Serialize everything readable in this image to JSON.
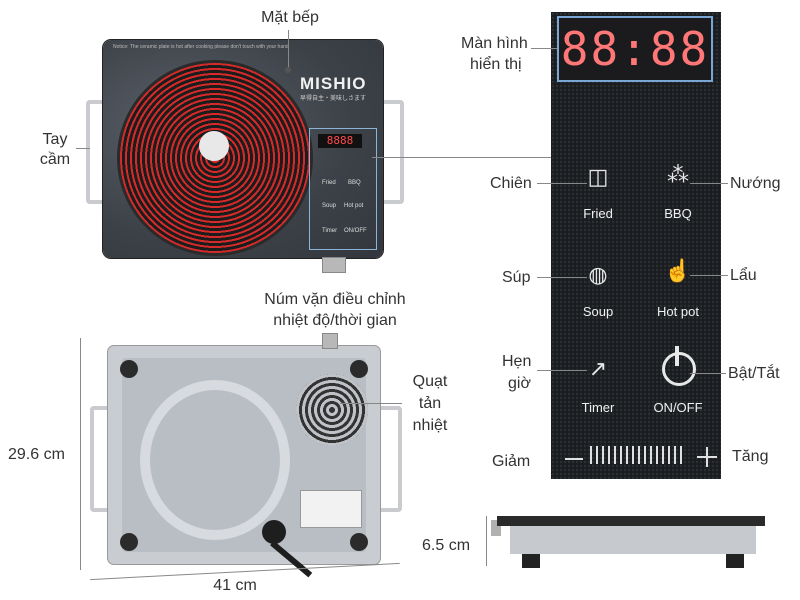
{
  "labels": {
    "cooktop_surface": "Mặt bếp",
    "handle": [
      "Tay",
      "cầm"
    ],
    "knob": [
      "Núm vặn điều chỉnh",
      "nhiệt độ/thời gian"
    ],
    "display": [
      "Màn hình",
      "hiển thị"
    ],
    "fan": [
      "Quạt",
      "tản",
      "nhiệt"
    ],
    "fry": "Chiên",
    "grill": "Nướng",
    "soup": "Súp",
    "hotpot": "Lẩu",
    "timer": [
      "Hẹn",
      "giờ"
    ],
    "onoff": "Bật/Tắt",
    "decrease": "Giảm",
    "increase": "Tăng"
  },
  "dimensions": {
    "depth": "29.6 cm",
    "width": "41 cm",
    "height": "6.5 cm"
  },
  "stove": {
    "brand": "MISHIO",
    "brand_sub": "早得自主・美味しさます",
    "warning": "Notice: The ceramic plate is hot after cooking please don't touch with your hand",
    "mini_display": "8888",
    "mini_labels": [
      "Fried",
      "BBQ",
      "Soup",
      "Hot pot",
      "Timer",
      "ON/OFF"
    ]
  },
  "panel": {
    "display": "88:88",
    "buttons": {
      "fried": "Fried",
      "bbq": "BBQ",
      "soup": "Soup",
      "hotpot": "Hot pot",
      "timer": "Timer",
      "onoff": "ON/OFF"
    }
  },
  "colors": {
    "display_digits": "#ff7777",
    "burner_coil": "#d62a2a",
    "panel_border": "#7aa6d6"
  },
  "icons": {
    "fried": "frying-pan-icon",
    "bbq": "skewer-icon",
    "soup": "pot-icon",
    "hotpot": "hotpot-hand-icon",
    "timer": "timer-arrow-icon",
    "onoff": "power-icon"
  }
}
